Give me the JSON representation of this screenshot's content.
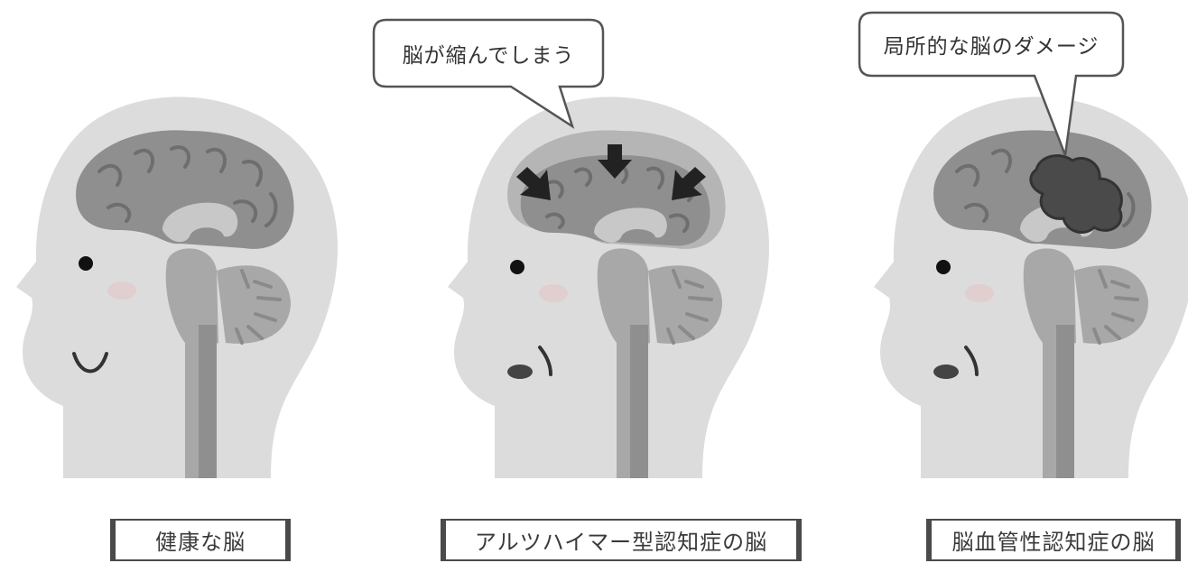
{
  "panels": [
    {
      "caption": "健康な脳"
    },
    {
      "caption": "アルツハイマー型認知症の脳",
      "callout": "脳が縮んでしまう"
    },
    {
      "caption": "脳血管性認知症の脳",
      "callout": "局所的な脳のダメージ"
    }
  ],
  "colors": {
    "head": "#dcdcdc",
    "brain": "#8f8f8f",
    "brain_dark": "#6e6e6e",
    "brainstem": "#a8a8a8",
    "damage": "#4a4a4a",
    "arrow": "#222222"
  }
}
